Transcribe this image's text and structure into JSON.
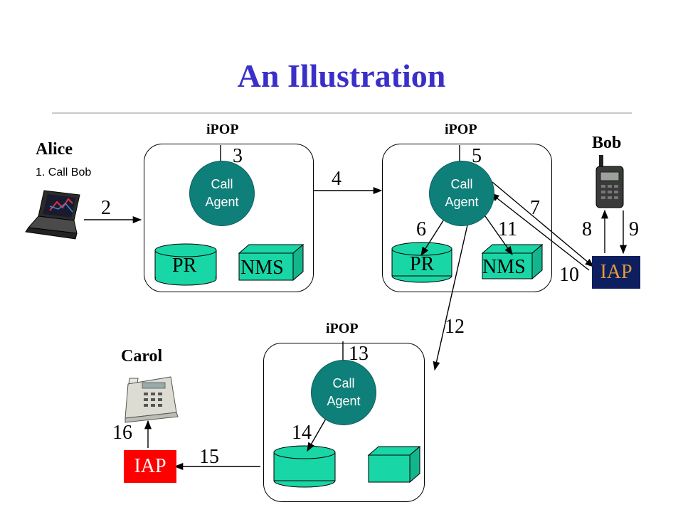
{
  "title": "An Illustration",
  "ipop_label": "iPOP",
  "agent": {
    "line1": "Call",
    "line2": "Agent"
  },
  "db_labels": {
    "pr": "PR",
    "nms": "NMS"
  },
  "iap_label": "IAP",
  "people": {
    "alice": "Alice",
    "alice_action": "1. Call Bob",
    "bob": "Bob",
    "carol": "Carol"
  },
  "steps": [
    "2",
    "3",
    "4",
    "5",
    "6",
    "7",
    "8",
    "9",
    "10",
    "11",
    "12",
    "13",
    "14",
    "15",
    "16"
  ],
  "colors": {
    "title": "#3a2fc8",
    "agent": "#0f7f7a",
    "storage": "#19d6a6",
    "iap_bob_bg": "#0d1f5f",
    "iap_bob_text": "#e39a3a",
    "iap_carol_bg": "#ff0000",
    "iap_carol_text": "#ffffff"
  }
}
